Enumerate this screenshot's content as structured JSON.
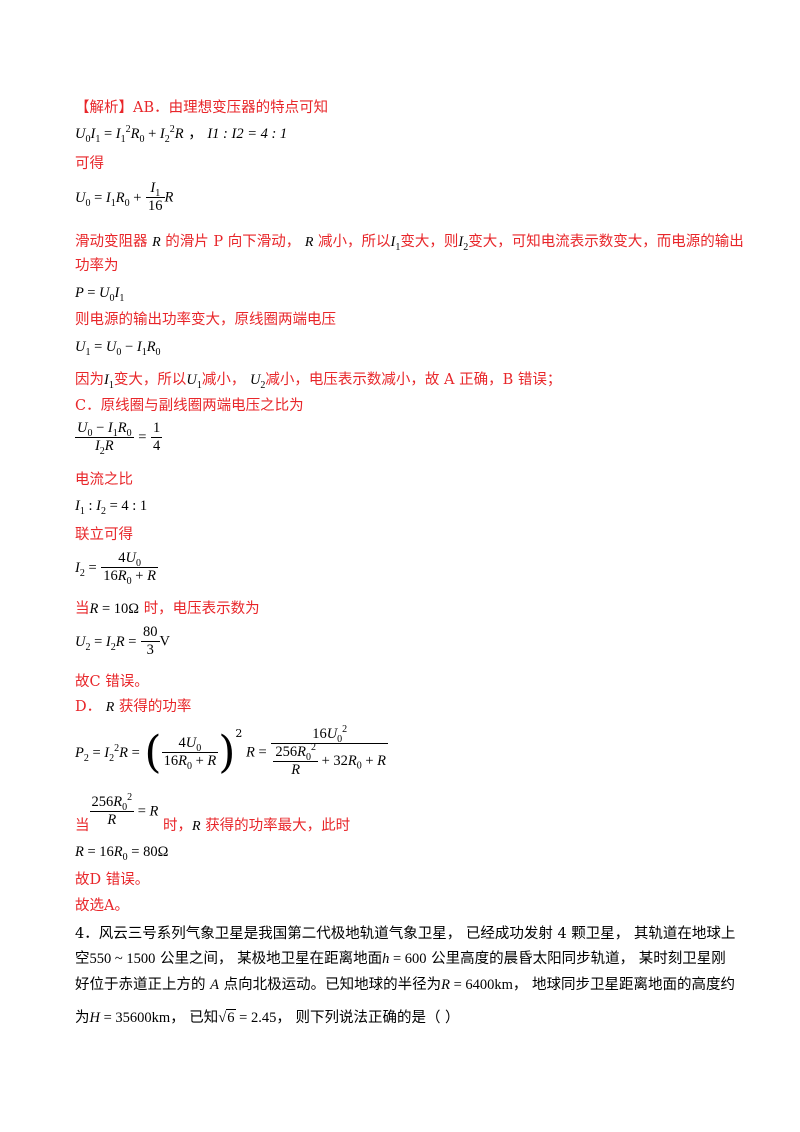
{
  "analysis": {
    "intro_text": "【解析】AB．由理想变压器的特点可知",
    "ratio_text": "I1 : I2 = 4 : 1",
    "kede": "可得",
    "slide_a": "滑动变阻器",
    "slide_b": "的滑片 P 向下滑动，",
    "slide_c": "减小，所以",
    "slide_d": "变大，则",
    "slide_e": "变大，可知电流表示数变大，而电源的输出",
    "slide_f": "功率为",
    "power_out_text": "则电源的输出功率变大，原线圈两端电压",
    "because_a": "因为",
    "because_b": "变大，所以",
    "because_c": "减小，",
    "because_d": "减小，电压表示数减小，故 A 正确，B 错误；",
    "c_title": "C．原线圈与副线圈两端电压之比为",
    "current_ratio_label": "电流之比",
    "lianli": "联立可得",
    "dang_a": "当",
    "dang_b": "时，电压表示数为",
    "c_wrong": "故C 错误。",
    "d_title_a": "D．",
    "d_title_b": "获得的功率",
    "max_a": "当",
    "max_b": "时，",
    "max_c": "获得的功率最大，此时",
    "d_wrong": "故D 错误。",
    "answer": "故选A。"
  },
  "question4": {
    "line1": "4．风云三号系列气象卫星是我国第二代极地轨道气象卫星， 已经成功发射 4 颗卫星， 其轨道在地球上",
    "line2_a": "空",
    "line2_b": "公里之间， 某极地卫星在距离地面",
    "line2_c": "公里高度的晨昏太阳同步轨道， 某时刻卫星刚",
    "line3_a": "好位于赤道正上方的",
    "line3_b": "点向北极运动。已知地球的半径为",
    "line3_c": "， 地球同步卫星距离地面的高度约",
    "line4_a": "为",
    "line4_b": "， 已知",
    "line4_c": "， 则下列说法正确的是（     ）"
  }
}
